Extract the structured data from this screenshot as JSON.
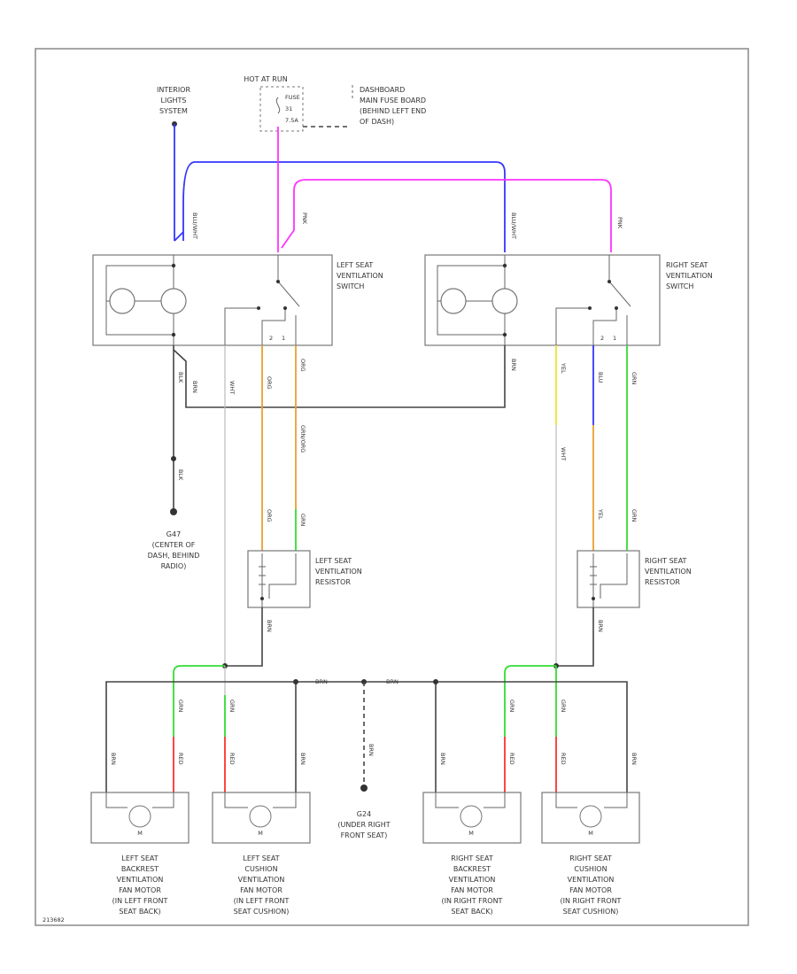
{
  "labels": {
    "interior_lights_switch": [
      "INTERIOR",
      "LIGHTS",
      "SYSTEM"
    ],
    "hot_at_run": "HOT AT RUN",
    "fuse": [
      "FUSE",
      "31",
      "7.5A"
    ],
    "dash_fuse_box": [
      "DASHBOARD",
      "MAIN FUSE BOARD",
      "(BEHIND LEFT END",
      "OF DASH)"
    ],
    "left_switch": [
      "LEFT SEAT",
      "VENTILATION",
      "SWITCH"
    ],
    "right_switch": [
      "RIGHT SEAT",
      "VENTILATION",
      "SWITCH"
    ],
    "left_resistor": [
      "LEFT SEAT",
      "VENTILATION",
      "RESISTOR"
    ],
    "right_resistor": [
      "RIGHT SEAT",
      "VENTILATION",
      "RESISTOR"
    ],
    "g47_ground": [
      "G47",
      "(CENTER OF",
      "DASH, BEHIND",
      "RADIO)"
    ],
    "g24_ground": [
      "G24",
      "(UNDER RIGHT",
      "FRONT SEAT)"
    ],
    "fan1": [
      "LEFT SEAT",
      "BACKREST",
      "VENTILATION",
      "FAN MOTOR",
      "(IN LEFT FRONT",
      "SEAT BACK)"
    ],
    "fan2": [
      "LEFT SEAT",
      "CUSHION",
      "VENTILATION",
      "FAN MOTOR",
      "(IN LEFT FRONT",
      "SEAT CUSHION)"
    ],
    "fan3": [
      "RIGHT SEAT",
      "BACKREST",
      "VENTILATION",
      "FAN MOTOR",
      "(IN RIGHT FRONT",
      "SEAT BACK)"
    ],
    "fan4": [
      "RIGHT SEAT",
      "CUSHION",
      "VENTILATION",
      "FAN MOTOR",
      "(IN RIGHT FRONT",
      "SEAT CUSHION)"
    ],
    "figure_id": "213682"
  },
  "wire_labels": {
    "left_blu_top": "BLU/WHT",
    "left_pnk_top": "PNK",
    "right_blu_top": "BLU/WHT",
    "right_pnk_top": "PNK",
    "left_blk": "BLK",
    "left_brn": "BRN",
    "left_wht": "WHT",
    "left_org": "ORG",
    "left_org2": "ORG",
    "left_grn_upper": "GRN/ORG",
    "right_brn": "BRN",
    "right_yel": "YEL",
    "right_blu": "BLU",
    "right_grn": "GRN",
    "right_wht": "WHT",
    "g47_blk": "BLK",
    "left_res_org": "ORG",
    "left_res_grn": "GRN",
    "left_res_out": "BRN",
    "right_res_yel": "YEL",
    "right_res_grn": "GRN",
    "right_res_out": "BRN",
    "bus_brn1": "BRN",
    "bus_brn2": "BRN",
    "g24_brn": "BRN",
    "fan1_grn": "GRN",
    "fan1_red": "RED",
    "fan1_brn": "BRN",
    "fan2_grn": "GRN",
    "fan2_red": "RED",
    "fan2_brn": "BRN",
    "fan3_grn": "GRN",
    "fan3_red": "RED",
    "fan3_brn": "BRN",
    "fan4_grn": "GRN",
    "fan4_red": "RED",
    "fan4_brn": "BRN",
    "sw_terms": [
      "2",
      "1"
    ],
    "motor_symbol": "M"
  },
  "colors": {
    "blue": "#3535ff",
    "pink": "#ff33ff",
    "orange": "#e8a030",
    "green": "#33dd33",
    "yellow": "#e8e830",
    "red": "#ff3030",
    "black": "#444444"
  }
}
